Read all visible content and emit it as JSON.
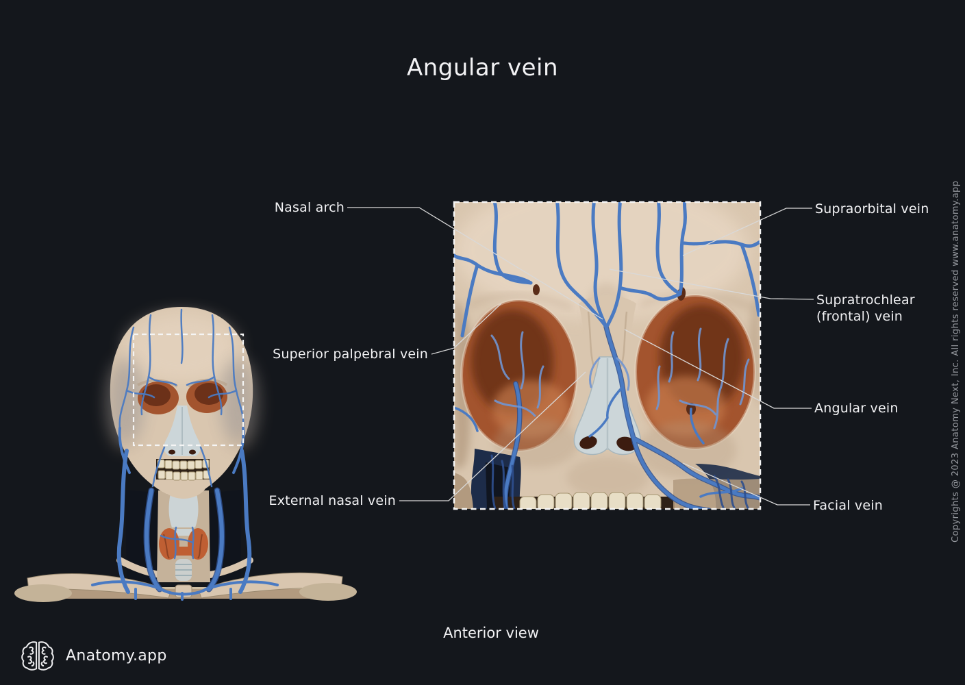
{
  "title": "Angular vein",
  "caption": "Anterior view",
  "brand": {
    "name": "Anatomy.app",
    "icon": "brain-icon"
  },
  "copyright": "Copyrights @ 2023 Anatomy Next, Inc. All rights reserved www.anatomy.app",
  "labels": {
    "left": [
      {
        "text": "Nasal arch"
      },
      {
        "text": "Superior palpebral vein"
      },
      {
        "text": "External nasal vein"
      }
    ],
    "right": [
      {
        "text": "Supraorbital vein"
      },
      {
        "text": "Supratrochlear (frontal) vein"
      },
      {
        "text": "Angular vein"
      },
      {
        "text": "Facial vein"
      }
    ]
  },
  "colors": {
    "bg": "#14171c",
    "text": "#f2f2f4",
    "muted": "#95989e",
    "leader": "#d9d9d9",
    "dash": "#f5f5f5",
    "bone": "#d9c6af",
    "boneLight": "#ead9c6",
    "boneDark": "#b29a7f",
    "orbit": "#a3542e",
    "orbitDark": "#6c3119",
    "orbitLight": "#c97e50",
    "vein": "#4a7ac2",
    "veinLight": "#7095d2",
    "veinDark": "#2e4f8e",
    "cartilage": "#ccd6d9",
    "thyroid": "#bf5f33",
    "recess": "#1d2c49",
    "mouthDark": "#2e2117",
    "teeth": "#e8dec6"
  }
}
